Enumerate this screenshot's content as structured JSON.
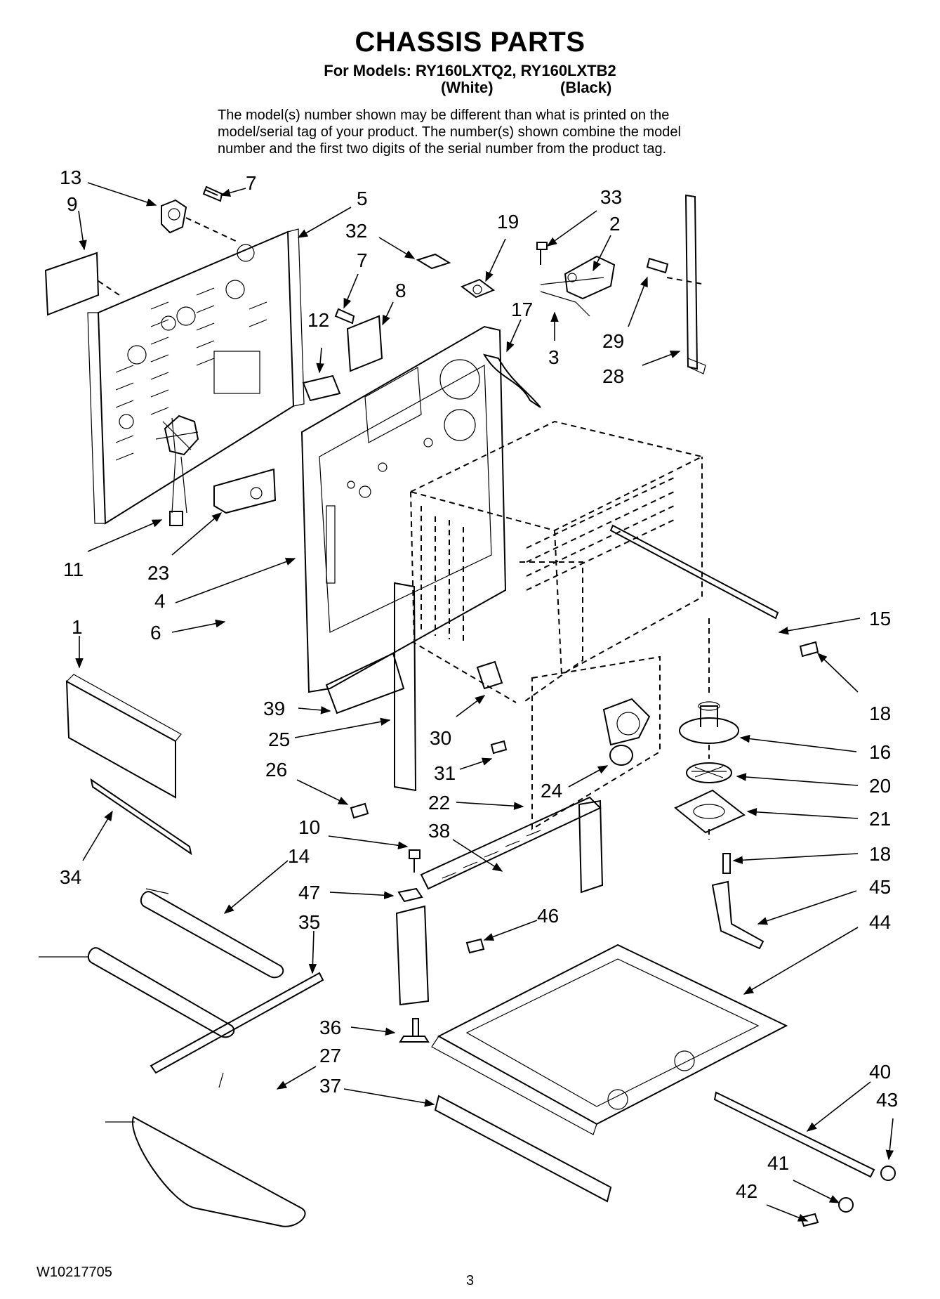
{
  "header": {
    "title": "CHASSIS PARTS",
    "models": "For Models: RY160LXTQ2, RY160LXTB2",
    "color_white": "(White)",
    "color_black": "(Black)",
    "note": [
      "The model(s) number shown may be different than what is printed on the",
      "model/serial tag of your product. The number(s) shown combine the model",
      "number and the first two digits of the serial number from the product tag."
    ]
  },
  "callouts": {
    "c13": "13",
    "c9": "9",
    "c7a": "7",
    "c5": "5",
    "c32": "32",
    "c7b": "7",
    "c8": "8",
    "c12": "12",
    "c19": "19",
    "c33": "33",
    "c2": "2",
    "c17": "17",
    "c3": "3",
    "c29": "29",
    "c28": "28",
    "c11": "11",
    "c23": "23",
    "c4": "4",
    "c1": "1",
    "c6": "6",
    "c15": "15",
    "c18a": "18",
    "c39": "39",
    "c25": "25",
    "c30": "30",
    "c16": "16",
    "c26": "26",
    "c31": "31",
    "c24": "24",
    "c20": "20",
    "c22": "22",
    "c21": "21",
    "c10": "10",
    "c38": "38",
    "c18b": "18",
    "c34": "34",
    "c14": "14",
    "c47": "47",
    "c45": "45",
    "c35": "35",
    "c46": "46",
    "c44": "44",
    "c36": "36",
    "c27": "27",
    "c40": "40",
    "c37": "37",
    "c43": "43",
    "c41": "41",
    "c42": "42"
  },
  "footer": {
    "doc_number": "W10217705",
    "page_number": "3"
  }
}
